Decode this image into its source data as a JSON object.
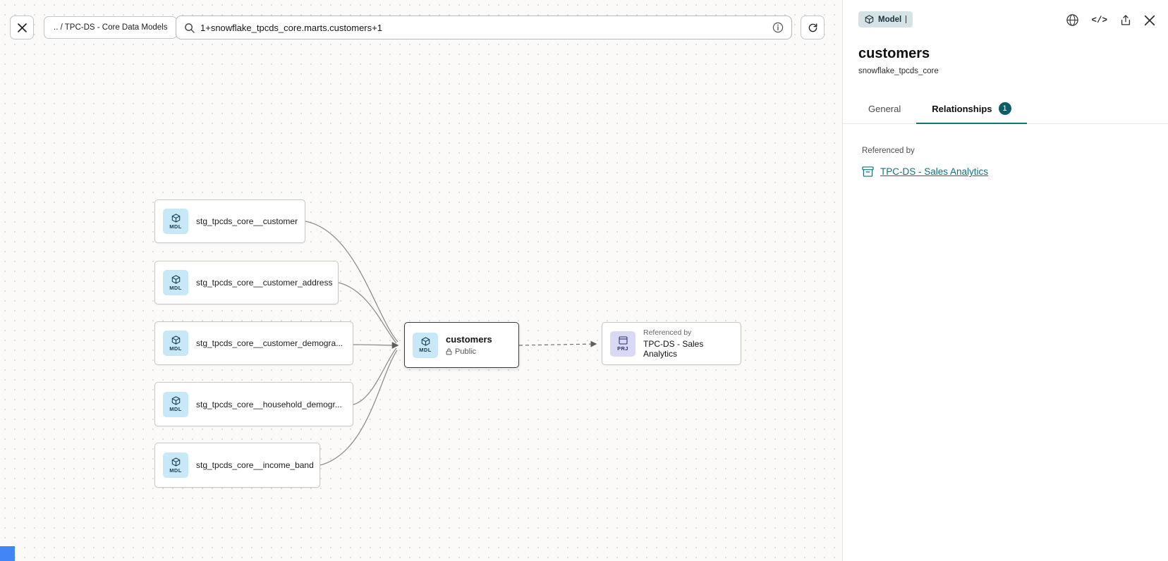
{
  "toolbar": {
    "breadcrumb": ".. / TPC-DS - Core Data Models",
    "search_value": "1+snowflake_tpcds_core.marts.customers+1"
  },
  "graph": {
    "upstream_nodes": [
      {
        "badge": "MDL",
        "label": "stg_tpcds_core__customer"
      },
      {
        "badge": "MDL",
        "label": "stg_tpcds_core__customer_address"
      },
      {
        "badge": "MDL",
        "label": "stg_tpcds_core__customer_demogra..."
      },
      {
        "badge": "MDL",
        "label": "stg_tpcds_core__household_demogr..."
      },
      {
        "badge": "MDL",
        "label": "stg_tpcds_core__income_band"
      }
    ],
    "selected_node": {
      "badge": "MDL",
      "label": "customers",
      "visibility": "Public"
    },
    "downstream_node": {
      "badge": "PRJ",
      "caption": "Referenced by",
      "label": "TPC-DS - Sales Analytics"
    }
  },
  "panel": {
    "type_badge": "Model",
    "title": "customers",
    "subtitle": "snowflake_tpcds_core",
    "tabs": [
      {
        "label": "General"
      },
      {
        "label": "Relationships",
        "count": "1"
      }
    ],
    "referenced_by_label": "Referenced by",
    "referenced_by_link": "TPC-DS - Sales Analytics"
  },
  "colors": {
    "accent_teal": "#11727e",
    "badge_teal": "#0b5e68",
    "model_chip_blue": "#c9e8f7",
    "project_chip_purple": "#d9d9f5",
    "corner_logo_blue": "#4285f4"
  }
}
